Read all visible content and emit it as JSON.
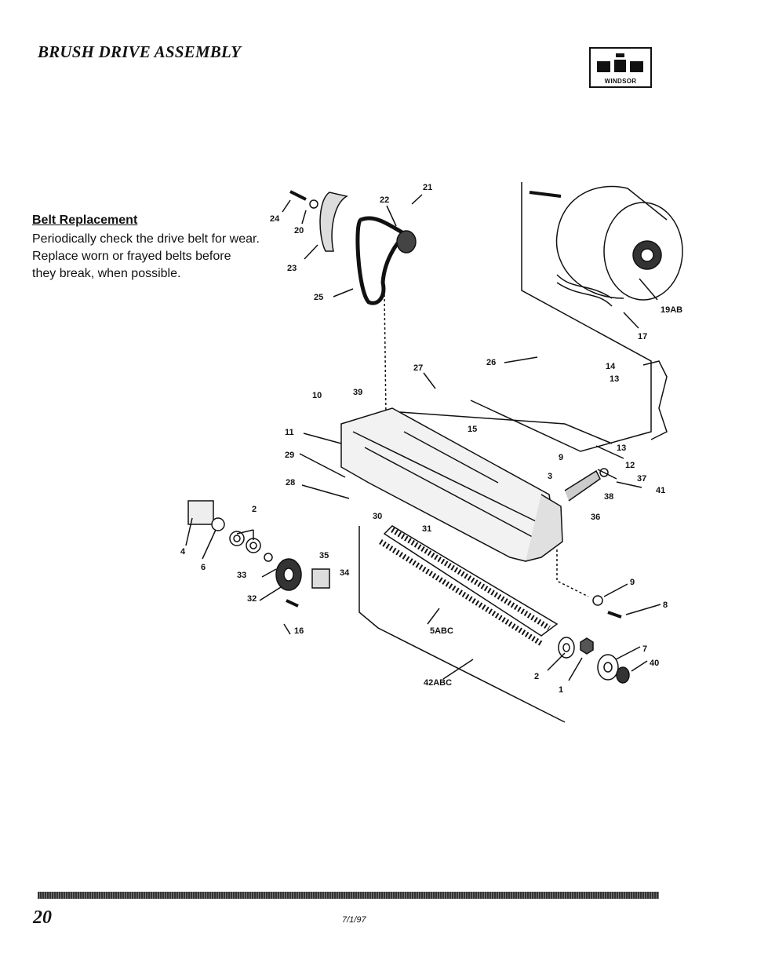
{
  "header": {
    "title": "BRUSH DRIVE ASSEMBLY",
    "logo_text": "WINDSOR"
  },
  "note": {
    "heading": "Belt Replacement",
    "body": "Periodically check the drive belt for wear.\nReplace worn or frayed belts before\nthey break, when possible."
  },
  "diagram": {
    "callouts": [
      {
        "id": "c21",
        "text": "21"
      },
      {
        "id": "c22",
        "text": "22"
      },
      {
        "id": "c24",
        "text": "24"
      },
      {
        "id": "c20",
        "text": "20"
      },
      {
        "id": "c23",
        "text": "23"
      },
      {
        "id": "c25",
        "text": "25"
      },
      {
        "id": "c19ab",
        "text": "19AB"
      },
      {
        "id": "c17",
        "text": "17"
      },
      {
        "id": "c26",
        "text": "26"
      },
      {
        "id": "c27",
        "text": "27"
      },
      {
        "id": "c14",
        "text": "14"
      },
      {
        "id": "c13a",
        "text": "13"
      },
      {
        "id": "c10",
        "text": "10"
      },
      {
        "id": "c39",
        "text": "39"
      },
      {
        "id": "c15",
        "text": "15"
      },
      {
        "id": "c11",
        "text": "11"
      },
      {
        "id": "c13b",
        "text": "13"
      },
      {
        "id": "c29",
        "text": "29"
      },
      {
        "id": "c12",
        "text": "12"
      },
      {
        "id": "c9a",
        "text": "9"
      },
      {
        "id": "c37",
        "text": "37"
      },
      {
        "id": "c3",
        "text": "3"
      },
      {
        "id": "c41",
        "text": "41"
      },
      {
        "id": "c28",
        "text": "28"
      },
      {
        "id": "c38",
        "text": "38"
      },
      {
        "id": "c2a",
        "text": "2"
      },
      {
        "id": "c30",
        "text": "30"
      },
      {
        "id": "c36",
        "text": "36"
      },
      {
        "id": "c31",
        "text": "31"
      },
      {
        "id": "c4",
        "text": "4"
      },
      {
        "id": "c6",
        "text": "6"
      },
      {
        "id": "c35",
        "text": "35"
      },
      {
        "id": "c34",
        "text": "34"
      },
      {
        "id": "c33",
        "text": "33"
      },
      {
        "id": "c9b",
        "text": "9"
      },
      {
        "id": "c32",
        "text": "32"
      },
      {
        "id": "c8",
        "text": "8"
      },
      {
        "id": "c16",
        "text": "16"
      },
      {
        "id": "c5abc",
        "text": "5ABC"
      },
      {
        "id": "c7",
        "text": "7"
      },
      {
        "id": "c40",
        "text": "40"
      },
      {
        "id": "c2b",
        "text": "2"
      },
      {
        "id": "c42abc",
        "text": "42ABC"
      },
      {
        "id": "c1",
        "text": "1"
      }
    ]
  },
  "footer": {
    "page_number": "20",
    "date": "7/1/97"
  }
}
